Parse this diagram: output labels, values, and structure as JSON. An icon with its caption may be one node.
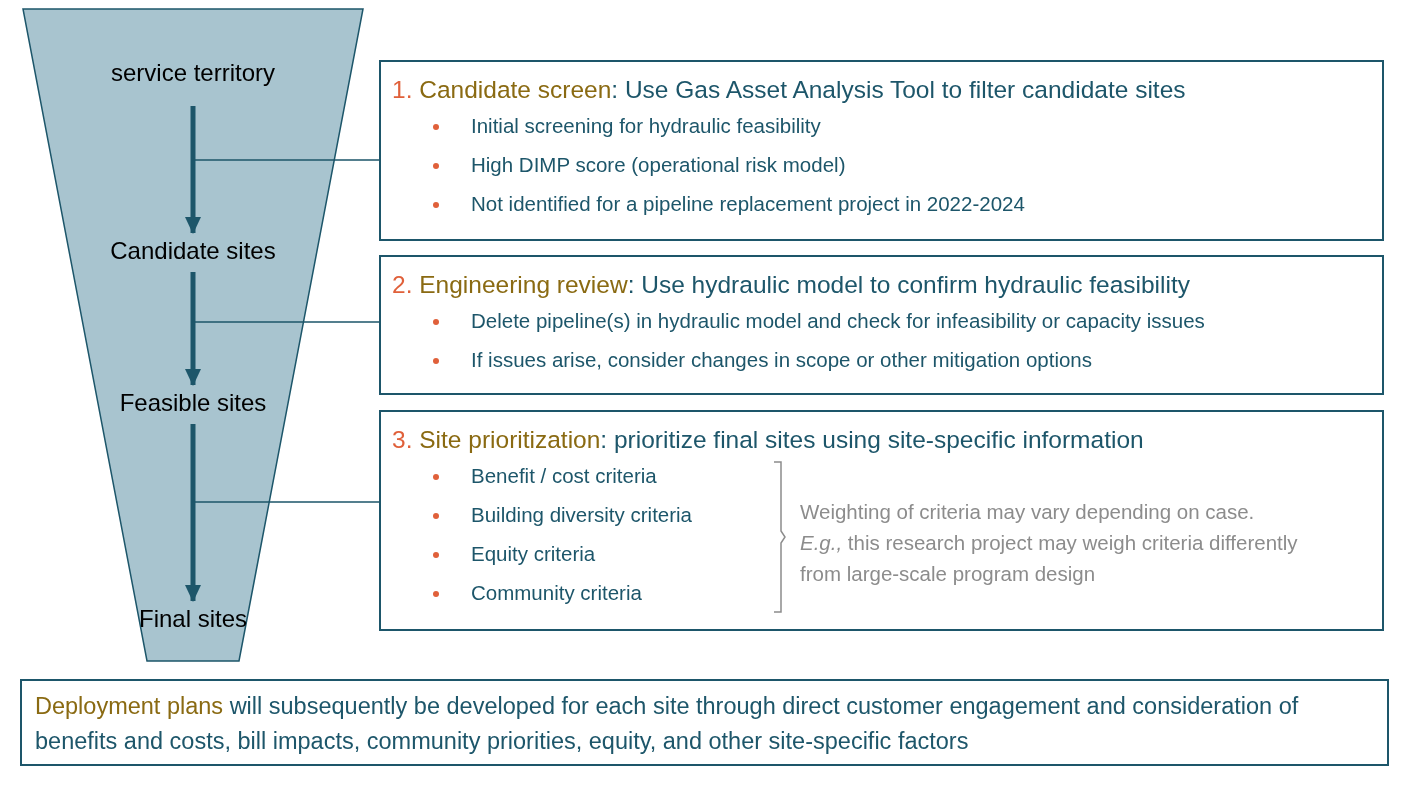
{
  "diagram": {
    "nodes": [
      {
        "text": [],
        "shape": "funnel"
      },
      {
        "text": [
          "service territory"
        ],
        "in": 0
      },
      {
        "text": [
          "Candidate sites"
        ],
        "in": 0
      },
      {
        "text": [
          "Feasible sites"
        ],
        "in": 0
      },
      {
        "text": [
          "Final sites"
        ],
        "in": 0
      },
      {
        "text": [
          "1.",
          "Candidate screen",
          ": Use Gas Asset Analysis Tool to filter candidate sites",
          "Initial screening for hydraulic feasibility",
          "High DIMP score (operational risk model)",
          "Not identified for a pipeline replacement project in 2022-2024"
        ]
      },
      {
        "text": [
          "2.",
          "Engineering review",
          ": Use hydraulic model to confirm hydraulic feasibility",
          "Delete pipeline(s) in hydraulic model and check for infeasibility or capacity issues",
          "If issues arise, consider changes in scope or other mitigation options"
        ]
      },
      {
        "text": [
          "3.",
          "Site prioritization",
          ": prioritize final sites using site-specific information",
          "Benefit / cost criteria",
          "Building diversity criteria",
          "Equity criteria",
          "Community criteria",
          "Weighting of criteria may vary depending on case. *E.g.,* this research project may weigh criteria differently from large-scale program design"
        ]
      },
      {
        "text": [
          "Deployment plans",
          "will subsequently be developed for each site through direct customer engagement and consideration of benefits and costs, bill impacts, community priorities, equity, and other site-specific factors"
        ]
      }
    ],
    "edges": [
      {
        "from": 1,
        "to": 2,
        "arrow": "to",
        "style": "thick"
      },
      {
        "from": 2,
        "to": 3,
        "arrow": "to",
        "style": "thick"
      },
      {
        "from": 3,
        "to": 4,
        "arrow": "to",
        "style": "thick"
      },
      {
        "from": 1,
        "to": 5,
        "arrow": "none"
      },
      {
        "from": 2,
        "to": 6,
        "arrow": "none"
      },
      {
        "from": 3,
        "to": 7,
        "arrow": "none"
      }
    ]
  }
}
